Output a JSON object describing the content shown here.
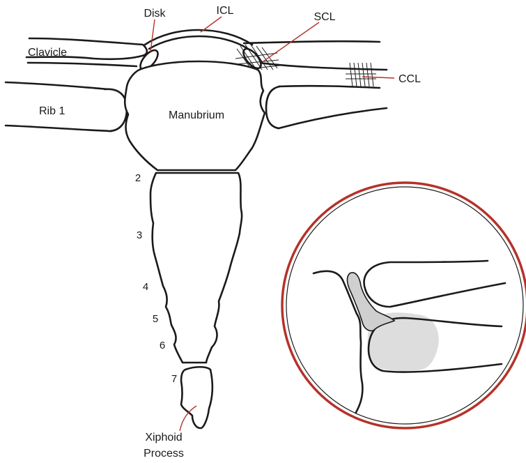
{
  "labels": {
    "disk": "Disk",
    "icl": "ICL",
    "scl": "SCL",
    "clavicle": "Clavicle",
    "ccl": "CCL",
    "rib1": "Rib 1",
    "manubrium": "Manubrium",
    "xiphoid_line1": "Xiphoid",
    "xiphoid_line2": "Process"
  },
  "segments": [
    "2",
    "3",
    "4",
    "5",
    "6",
    "7"
  ],
  "colors": {
    "outline": "#1a1a1a",
    "leader": "#b5322a",
    "inset_ring": "#b5322a",
    "disk_fill": "#cfcfcf",
    "head_fill": "#dddddd"
  }
}
